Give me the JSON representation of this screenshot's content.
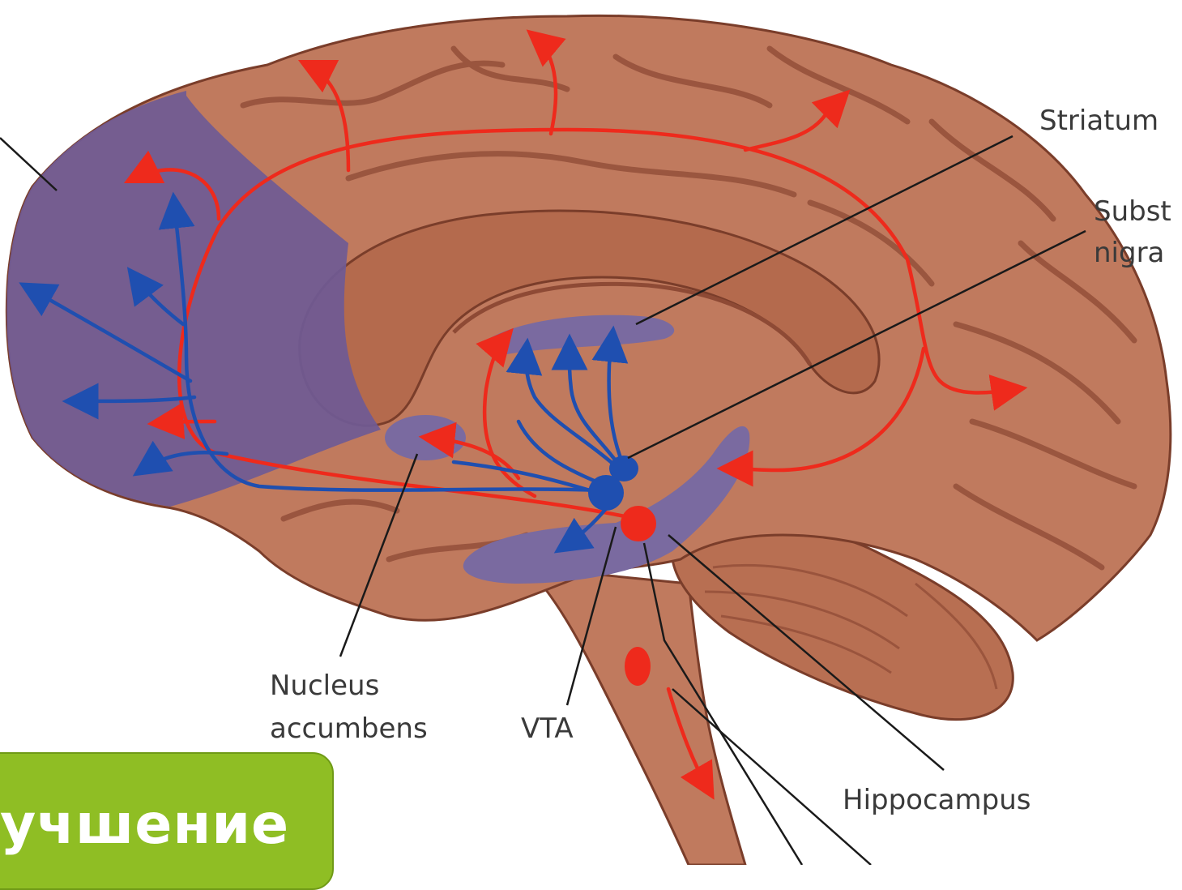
{
  "labels": {
    "striatum": "Striatum",
    "substantia_line1": "Subst",
    "substantia_line2": "nigra",
    "nucleus_line1": "Nucleus",
    "nucleus_line2": "accumbens",
    "vta": "VTA",
    "hippocampus": "Hippocampus"
  },
  "banner": {
    "text": "учшение"
  },
  "colors": {
    "brain": "#c07a5e",
    "brain_dark": "#8e4a35",
    "highlight": "#6f5a95",
    "mesocortical_pathway": "#ee2a1c",
    "mesolimbic_pathway": "#1f4fb0",
    "banner": "#8fbe24"
  }
}
